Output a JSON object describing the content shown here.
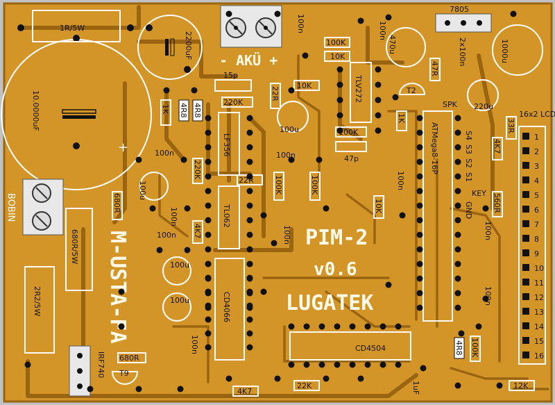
{
  "board": {
    "title": "PIM-2",
    "version": "v0.6",
    "maker": "LUGATEK",
    "side_label": "M-USTA-FA"
  },
  "connectors": {
    "power": "- AKÜ +",
    "coil": "BOBIN",
    "lcd": "16x2 LCD",
    "key": "KEY",
    "spk": "SPK",
    "regulator": "7805"
  },
  "lcd_pins": [
    "1",
    "2",
    "3",
    "4",
    "5",
    "6",
    "7",
    "8",
    "9",
    "10",
    "11",
    "12",
    "13",
    "14",
    "15",
    "16"
  ],
  "key_pins": [
    "S4",
    "S3",
    "S2",
    "S1",
    "GND"
  ],
  "ics": {
    "mcu": "ATMega8-16P",
    "u1": "LF356",
    "u2": "TL062",
    "u3": "CD4066",
    "u4": "TLV272",
    "u5": "CD4504"
  },
  "components": {
    "r_1r5w": "1R/5W",
    "r_680r5w": "680R/5W",
    "r_2r25w": "2R2/5W",
    "c_10000": "10.0000uF",
    "c_2200": "2200uF",
    "c_470": "470u",
    "c_1000": "1000u",
    "c_220": "220u",
    "c_100u": "100u",
    "c_100n": "100n",
    "c_2x100n": "2x100n",
    "c_15p": "15p",
    "c_47p": "47p",
    "c_1uf": "1uF",
    "r_1k": "1K",
    "r_10k": "10K",
    "r_22k": "22K",
    "r_12k": "12K",
    "r_100k": "100K",
    "r_220k": "220K",
    "r_4k7": "4K7",
    "r_47r": "47R",
    "r_4r8": "4R8",
    "r_22r": "22R",
    "r_33r": "33R",
    "r_560r": "560R",
    "r_680r": "680R",
    "q_irf": "IRF740",
    "q_t2": "T2",
    "q_t9": "T9"
  }
}
